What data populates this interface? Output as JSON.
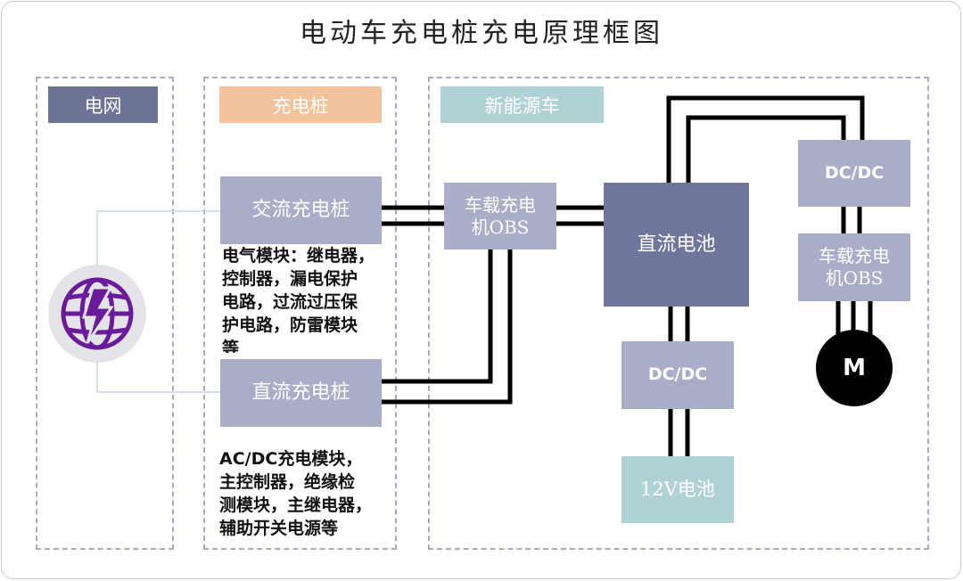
{
  "title": "电动车充电桩充电原理框图",
  "colors": {
    "grid_header": "#6d7498",
    "pile_header": "#f3c49c",
    "vehicle_header": "#b0d2d4",
    "block_light": "#a9adc8",
    "block_dark": "#6e779b",
    "battery_12v": "#b0d2d4",
    "icon_purple": "#6a1b9a",
    "icon_bg": "#e4e4e8",
    "wire": "#000000",
    "thin_line": "#c8d6e3"
  },
  "panels": {
    "grid": {
      "label": "电网"
    },
    "charging_pile": {
      "label": "充电桩"
    },
    "vehicle": {
      "label": "新能源车"
    }
  },
  "grid_icon": "globe-lightning-icon",
  "blocks": {
    "ac_pile": "交流充电桩",
    "dc_pile": "直流充电桩",
    "obs_left_line1": "车载充电",
    "obs_left_line2": "机OBS",
    "dc_battery": "直流电池",
    "dcdc_top": "DC/DC",
    "obs_right_line1": "车载充电",
    "obs_right_line2": "机OBS",
    "motor": "M",
    "dcdc_mid": "DC/DC",
    "battery_12v": "12V电池"
  },
  "notes": {
    "ac_pile": [
      "电气模块：继电器，",
      "控制器，漏电保护",
      "电路，过流过压保",
      "护电路，防雷模块",
      "等"
    ],
    "dc_pile_prefix": "AC/DC",
    "dc_pile": [
      "充电模块，",
      "主控制器，绝缘检",
      "测模块，主继电器，",
      "辅助开关电源等"
    ]
  }
}
